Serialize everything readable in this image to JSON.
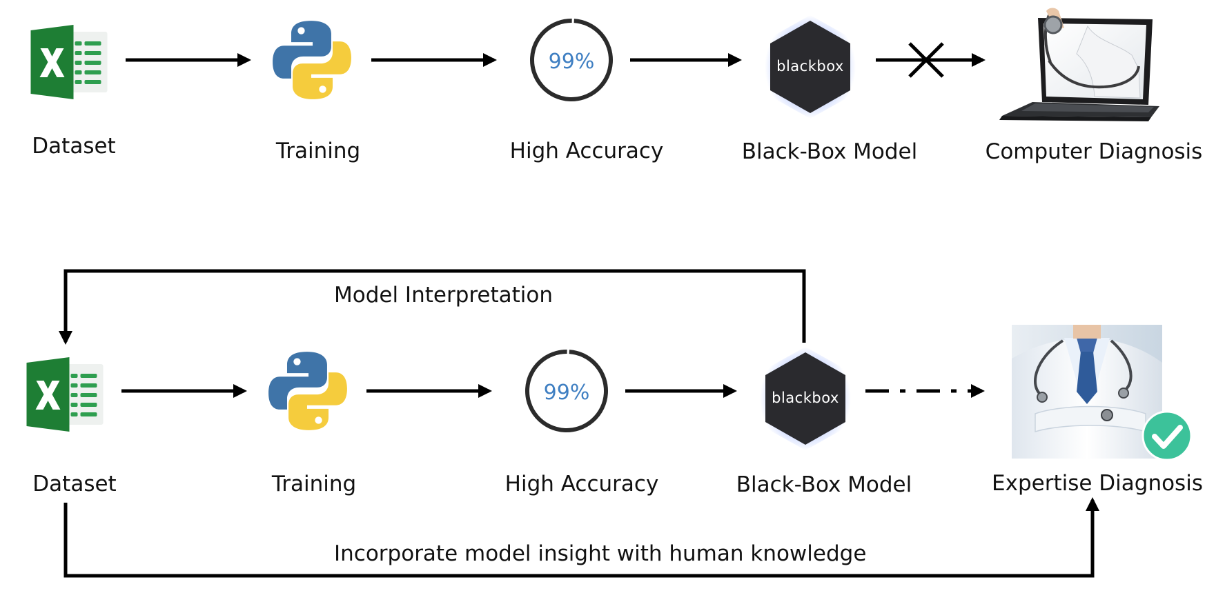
{
  "colors": {
    "excel_green": "#1e7e34",
    "excel_green_light": "#2e9e4f",
    "python_blue": "#3f74a8",
    "python_yellow": "#f5cc3d",
    "accuracy_text": "#3f7fc2",
    "hexagon": "#2a2a2e",
    "check": "#3cc29a"
  },
  "icons": {
    "dataset": "excel-icon",
    "training": "python-icon",
    "accuracy": "progress-ring-icon",
    "model": "blackbox-hexagon-icon",
    "computer": "laptop-stethoscope-icon",
    "doctor": "doctor-icon",
    "blocked": "x-cross-icon",
    "approved": "checkmark-icon"
  },
  "top_row": {
    "dataset_label": "Dataset",
    "training_label": "Training",
    "accuracy_label": "High Accuracy",
    "accuracy_value": "99%",
    "accuracy_fraction": 0.99,
    "blackbox_text": "blackbox",
    "model_label": "Black-Box Model",
    "diagnosis_label": "Computer Diagnosis"
  },
  "bottom_row": {
    "dataset_label": "Dataset",
    "training_label": "Training",
    "accuracy_label": "High Accuracy",
    "accuracy_value": "99%",
    "accuracy_fraction": 0.99,
    "blackbox_text": "blackbox",
    "model_label": "Black-Box Model",
    "diagnosis_label": "Expertise Diagnosis"
  },
  "feedback": {
    "interpretation_label": "Model Interpretation",
    "knowledge_label": "Incorporate model insight with human knowledge"
  }
}
